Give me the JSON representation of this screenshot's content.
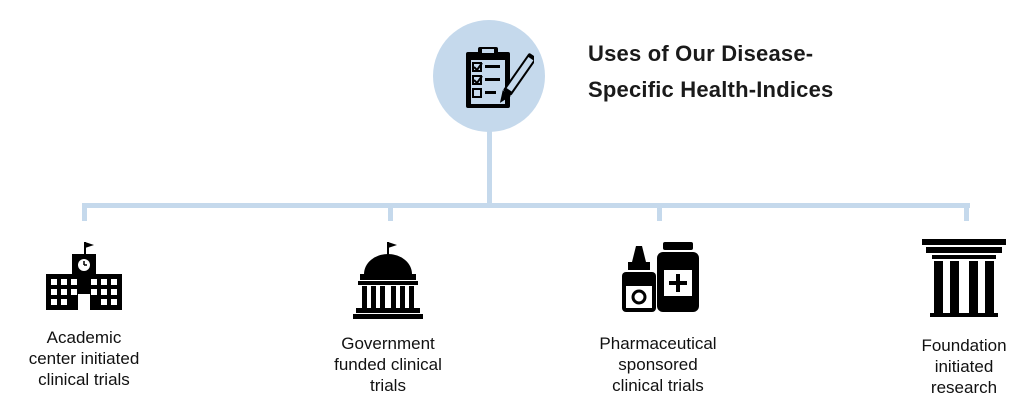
{
  "title": "Uses of Our Disease-Specific Health-Indices",
  "title_lines": [
    "Uses of Our Disease-",
    "Specific Health-Indices"
  ],
  "colors": {
    "connector": "#c5d9ec",
    "icon": "#000000",
    "text": "#111111"
  },
  "root_icon": "clipboard-checklist-pen-icon",
  "nodes": [
    {
      "icon": "university-building-icon",
      "lines": [
        "Academic",
        "center initiated",
        "clinical trials"
      ]
    },
    {
      "icon": "government-capitol-icon",
      "lines": [
        "Government",
        "funded clinical",
        "trials"
      ]
    },
    {
      "icon": "medicine-bottles-icon",
      "lines": [
        "Pharmaceutical",
        "sponsored",
        "clinical trials"
      ]
    },
    {
      "icon": "greek-column-icon",
      "lines": [
        "Foundation",
        "initiated",
        "research"
      ]
    }
  ]
}
